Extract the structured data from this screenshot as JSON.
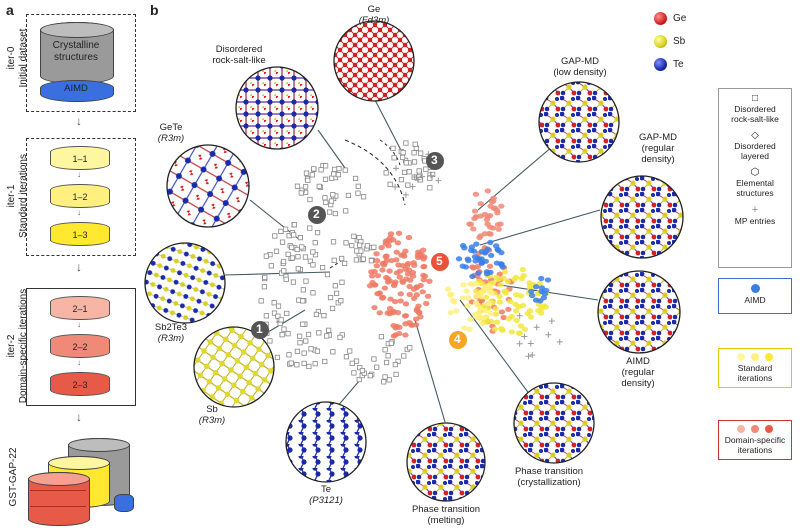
{
  "panel_a": {
    "letter": "a",
    "iter0": {
      "label": "iter-0\nInitial dataset",
      "top_label": "Crystalline\nstructures",
      "bottom_label": "AIMD"
    },
    "iter1": {
      "label": "iter-1\nStandard iterations",
      "steps": [
        "1–1",
        "1–2",
        "1–3"
      ]
    },
    "iter2": {
      "label": "iter-2\nDomain-specific iterations",
      "steps": [
        "2–1",
        "2–2",
        "2–3"
      ]
    },
    "final": {
      "label": "GST-GAP-22"
    }
  },
  "panel_b": {
    "letter": "b",
    "element_legend": [
      {
        "symbol": "Ge",
        "color": "#d42020"
      },
      {
        "symbol": "Sb",
        "color": "#d8d020"
      },
      {
        "symbol": "Te",
        "color": "#1a2aa8"
      }
    ],
    "structures": {
      "ge": {
        "name": "Ge",
        "space_group": "(Fd3m)"
      },
      "disordered_rs": {
        "name": "Disordered\nrock-salt-like"
      },
      "gete": {
        "name": "GeTe",
        "space_group": "(R3m)"
      },
      "sb2te3": {
        "name": "Sb2Te3",
        "space_group": "(R3m)"
      },
      "sb": {
        "name": "Sb",
        "space_group": "(R3m)"
      },
      "te": {
        "name": "Te",
        "space_group": "(P3121)"
      },
      "melting": {
        "name": "Phase transition\n(melting)"
      },
      "crystallization": {
        "name": "Phase transition\n(crystallization)"
      },
      "aimd_regular": {
        "name": "AIMD\n(regular\ndensity)"
      },
      "gapmd_regular": {
        "name": "GAP-MD\n(regular\ndensity)"
      },
      "gapmd_low": {
        "name": "GAP-MD\n(low density)"
      }
    },
    "cluster_numbers": [
      "1",
      "2",
      "3",
      "4",
      "5"
    ],
    "legend": {
      "gray": [
        "Disordered\nrock-salt-like",
        "Disordered\nlayered",
        "Elemental\nstructures",
        "MP entries"
      ],
      "aimd": "AIMD",
      "standard": "Standard\niterations",
      "domain": "Domain-specific\niterations"
    }
  }
}
